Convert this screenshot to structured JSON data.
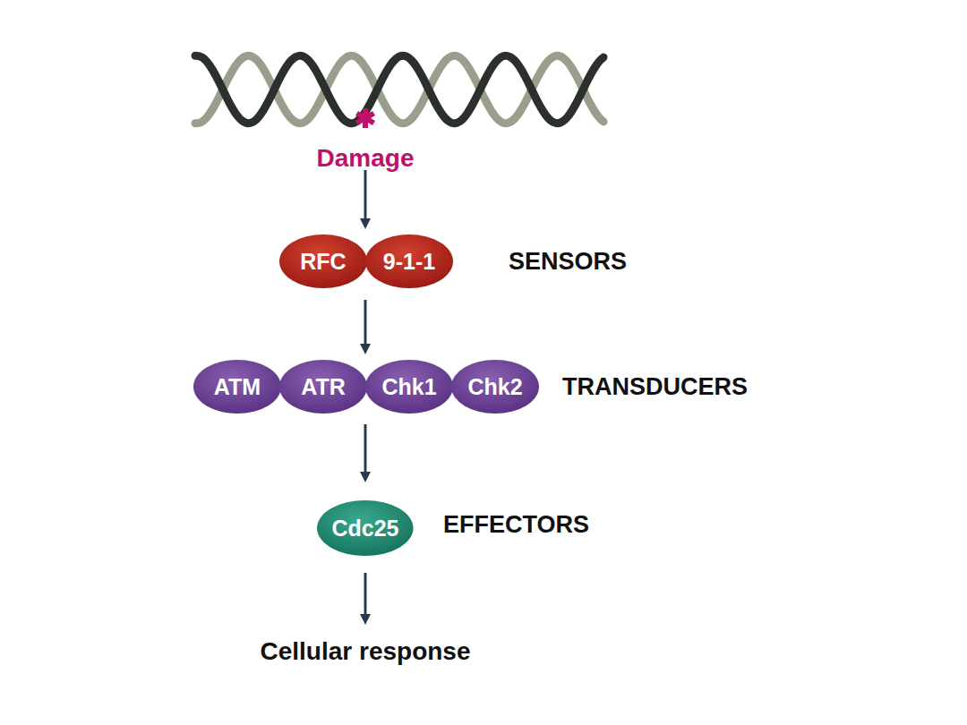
{
  "diagram": {
    "nodes": [
      {
        "text": [
          "RFC"
        ]
      },
      {
        "text": [
          "9-1-1"
        ]
      },
      {
        "text": [
          "ATM"
        ]
      },
      {
        "text": [
          "ATR"
        ]
      },
      {
        "text": [
          "Chk1"
        ]
      },
      {
        "text": [
          "Chk2"
        ]
      },
      {
        "text": [
          "Cdc25"
        ]
      }
    ],
    "labels": [
      "Damage",
      "SENSORS",
      "TRANSDUCERS",
      "EFFECTORS",
      "Cellular response"
    ]
  }
}
